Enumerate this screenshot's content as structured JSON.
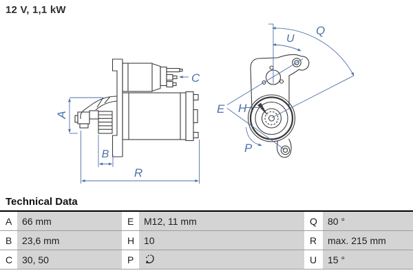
{
  "title": "12 V, 1,1 kW",
  "drawing": {
    "accent_color": "#4e70a8",
    "line_color": "#3b3b3e",
    "views": [
      "starter-motor-side-view",
      "starter-motor-end-view"
    ],
    "dimension_labels": {
      "A": "A",
      "B": "B",
      "C": "C",
      "R": "R",
      "E": "E",
      "H": "H",
      "P": "P",
      "Q": "Q",
      "U": "U"
    }
  },
  "technical_data": {
    "heading": "Technical Data",
    "row_bg": "#d4d4d4",
    "rows": [
      {
        "cells": [
          {
            "key": "A",
            "value": "66 mm"
          },
          {
            "key": "E",
            "value": "M12, 11 mm"
          },
          {
            "key": "Q",
            "value": "80 °"
          }
        ]
      },
      {
        "cells": [
          {
            "key": "B",
            "value": "23,6 mm"
          },
          {
            "key": "H",
            "value": "10"
          },
          {
            "key": "R",
            "value": "max. 215 mm"
          }
        ]
      },
      {
        "cells": [
          {
            "key": "C",
            "value": "30, 50"
          },
          {
            "key": "P",
            "value": "",
            "icon": "rotation-direction-icon"
          },
          {
            "key": "U",
            "value": "15 °"
          }
        ]
      }
    ]
  }
}
